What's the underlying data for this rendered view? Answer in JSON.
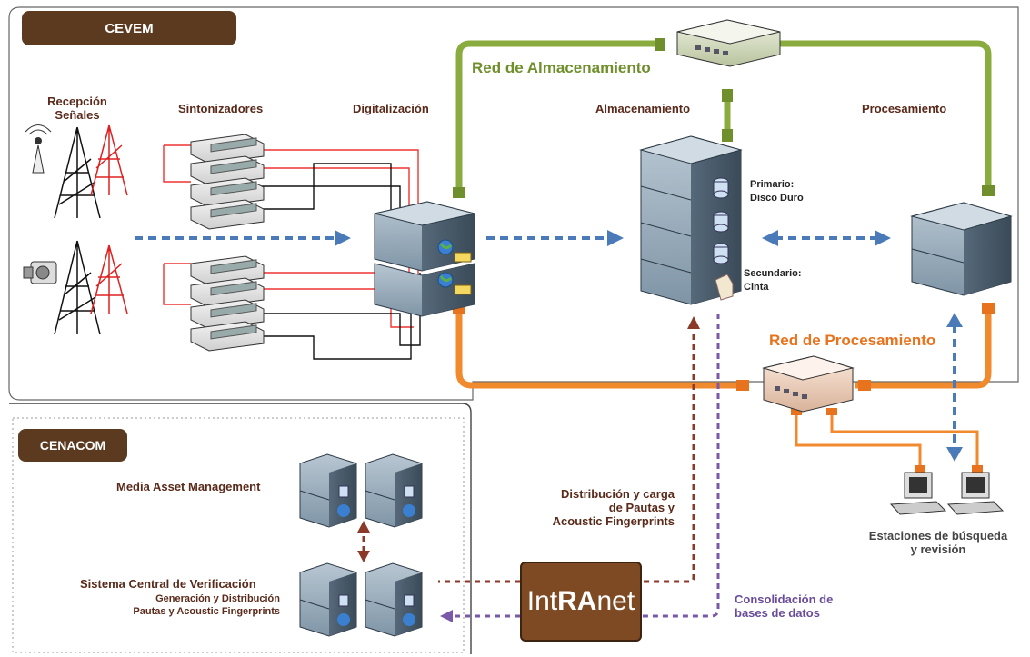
{
  "regions": {
    "cevem": "CEVEM",
    "cenacom": "CENACOM"
  },
  "cevem": {
    "reception": "Recepción\nSeñales",
    "tuners": "Sintonizadores",
    "digitization": "Digitalización",
    "storage": "Almacenamiento",
    "processing": "Procesamiento",
    "storage_network": "Red de Almacenamiento",
    "processing_network": "Red de Procesamiento",
    "primary": "Primario:\nDisco Duro",
    "secondary": "Secundario:\nCinta",
    "workstations": "Estaciones de búsqueda\ny revisión"
  },
  "cenacom": {
    "mam": "Media Asset Management",
    "central_title": "Sistema Central de Verificación",
    "central_sub": "Generación y Distribución\nPautas y Acoustic Fingerprints"
  },
  "flows": {
    "distribution": "Distribución y carga\nde Pautas y\nAcoustic Fingerprints",
    "consolidation": "Consolidación de\nbases de datos"
  },
  "intranet": {
    "pre": "Int",
    "mid": "RA",
    "post": "net"
  },
  "colors": {
    "green_link": "#8aac3e",
    "orange_link": "#f08a2c",
    "blue_flow": "#4a7ab8",
    "red_flow": "#8b3a2a",
    "purple_flow": "#7a5aa8",
    "tag_brown": "#5b3a1f"
  }
}
